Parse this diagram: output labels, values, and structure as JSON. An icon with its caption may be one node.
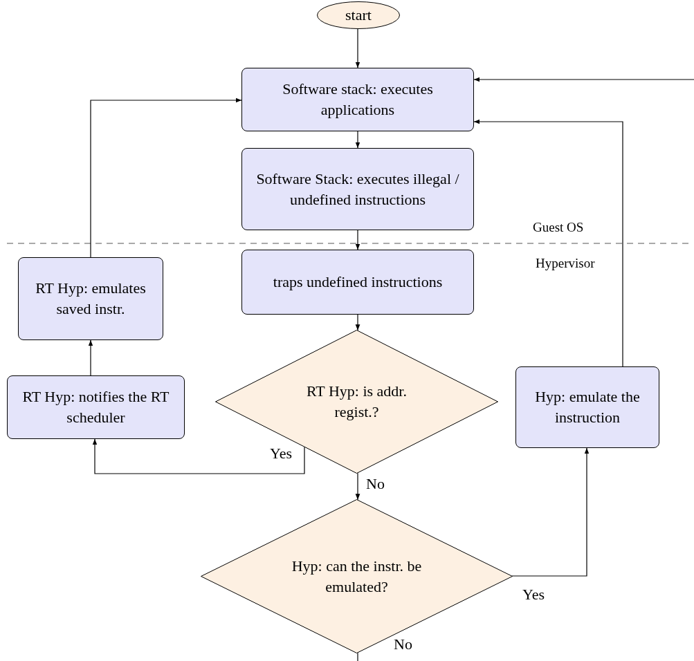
{
  "diagram": {
    "nodes": [
      {
        "text": [
          "start"
        ]
      },
      {
        "text": [
          "Software stack: executes applications"
        ]
      },
      {
        "text": [
          "Software Stack: executes illegal / undefined instructions"
        ]
      },
      {
        "text": [
          "traps undefined instructions"
        ]
      },
      {
        "text": [
          "RT Hyp: is addr. regist.?"
        ]
      },
      {
        "text": [
          "RT Hyp: notifies the RT scheduler"
        ]
      },
      {
        "text": [
          "RT Hyp: emulates saved instr."
        ]
      },
      {
        "text": [
          "Hyp: can the instr. be emulated?"
        ]
      },
      {
        "text": [
          "Hyp: emulate the instruction"
        ]
      }
    ],
    "edges": [
      {
        "from": 0,
        "to": 1,
        "arrow": "to"
      },
      {
        "from": 1,
        "to": 2,
        "arrow": "to"
      },
      {
        "from": 2,
        "to": 3,
        "arrow": "to"
      },
      {
        "from": 3,
        "to": 4,
        "arrow": "to"
      },
      {
        "from": 4,
        "to": 5,
        "arrow": "to",
        "label": "Yes"
      },
      {
        "from": 5,
        "to": 6,
        "arrow": "to"
      },
      {
        "from": 6,
        "to": 1,
        "arrow": "to"
      },
      {
        "from": 4,
        "to": 7,
        "arrow": "to",
        "label": "No"
      },
      {
        "from": 7,
        "to": 8,
        "arrow": "to",
        "label": "Yes"
      },
      {
        "from": 8,
        "to": 1,
        "arrow": "to"
      },
      {
        "from": null,
        "to": 1,
        "arrow": "to"
      },
      {
        "from": 7,
        "to": null,
        "arrow": "none",
        "label": "No"
      }
    ],
    "labels": [
      "Guest OS",
      "Hypervisor"
    ]
  }
}
